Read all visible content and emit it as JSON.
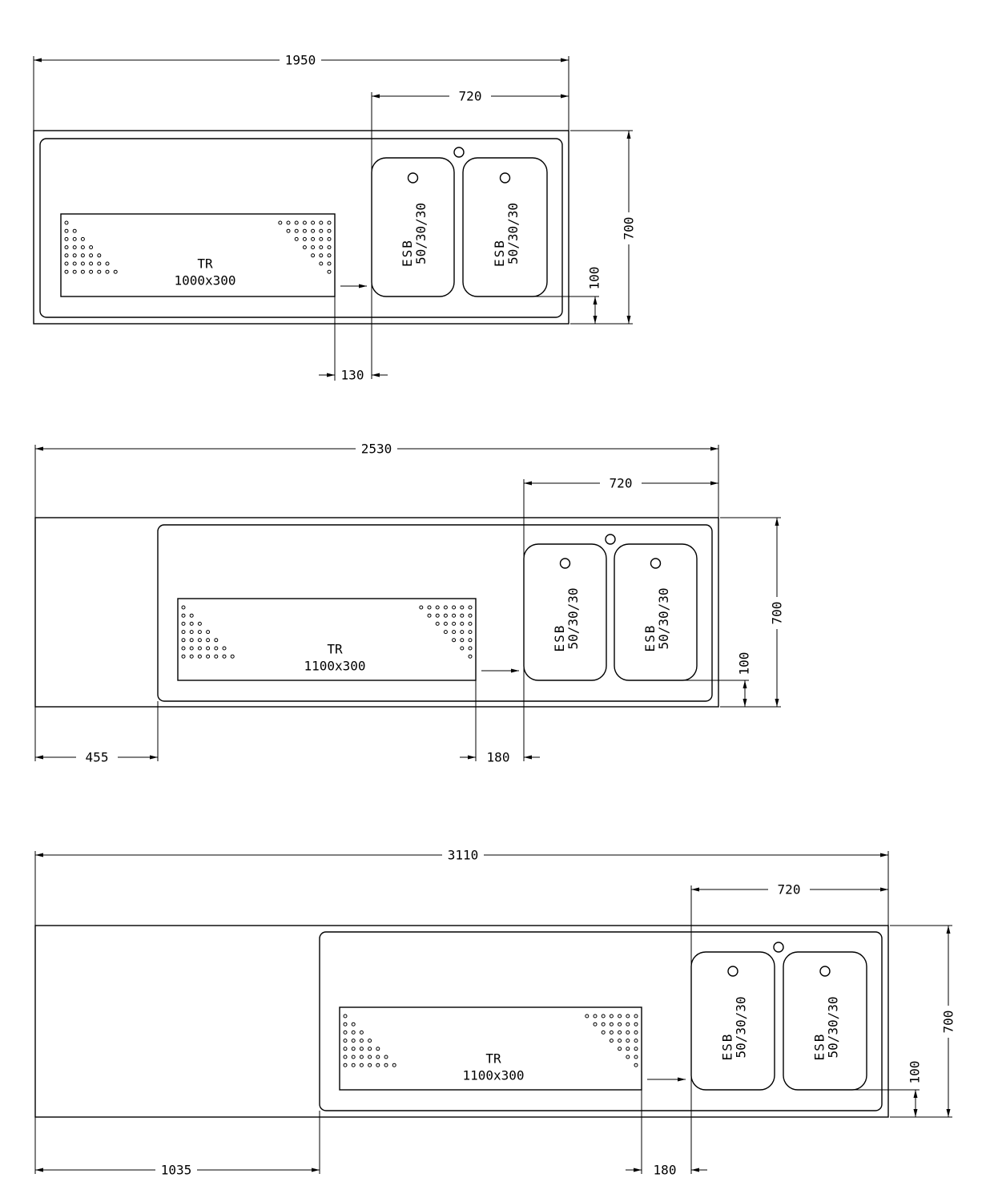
{
  "drawings": [
    {
      "overall_length": "1950",
      "bowl_zone": "720",
      "depth": "700",
      "bowl_front_offset": "100",
      "tray_gap": "130",
      "left_offset": "",
      "tray": {
        "code": "TR",
        "size": "1000x300"
      },
      "bowls": [
        {
          "code": "ESB",
          "size": "50/30/30"
        },
        {
          "code": "ESB",
          "size": "50/30/30"
        }
      ]
    },
    {
      "overall_length": "2530",
      "bowl_zone": "720",
      "depth": "700",
      "bowl_front_offset": "100",
      "tray_gap": "180",
      "left_offset": "455",
      "tray": {
        "code": "TR",
        "size": "1100x300"
      },
      "bowls": [
        {
          "code": "ESB",
          "size": "50/30/30"
        },
        {
          "code": "ESB",
          "size": "50/30/30"
        }
      ]
    },
    {
      "overall_length": "3110",
      "bowl_zone": "720",
      "depth": "700",
      "bowl_front_offset": "100",
      "tray_gap": "180",
      "left_offset": "1035",
      "tray": {
        "code": "TR",
        "size": "1100x300"
      },
      "bowls": [
        {
          "code": "ESB",
          "size": "50/30/30"
        },
        {
          "code": "ESB",
          "size": "50/30/30"
        }
      ]
    }
  ]
}
